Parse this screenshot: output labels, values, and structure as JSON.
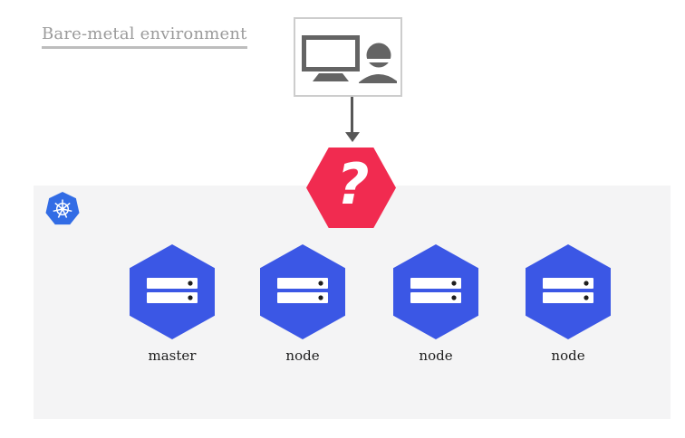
{
  "title": "Bare-metal environment",
  "question_mark": "?",
  "cluster": {
    "nodes": [
      {
        "label": "master"
      },
      {
        "label": "node"
      },
      {
        "label": "node"
      },
      {
        "label": "node"
      }
    ]
  },
  "icons": {
    "workstation": "monitor-and-user-icon",
    "arrow": "down-arrow-icon",
    "question": "question-hexagon-icon",
    "kubernetes": "kubernetes-helm-logo-icon",
    "server": "server-hexagon-icon"
  },
  "colors": {
    "accent_red": "#f12b50",
    "node_blue": "#3b57e5",
    "kubernetes_blue": "#326ce5",
    "panel_gray": "#f4f4f5",
    "title_gray": "#9b9b9b",
    "icon_gray": "#646464"
  }
}
